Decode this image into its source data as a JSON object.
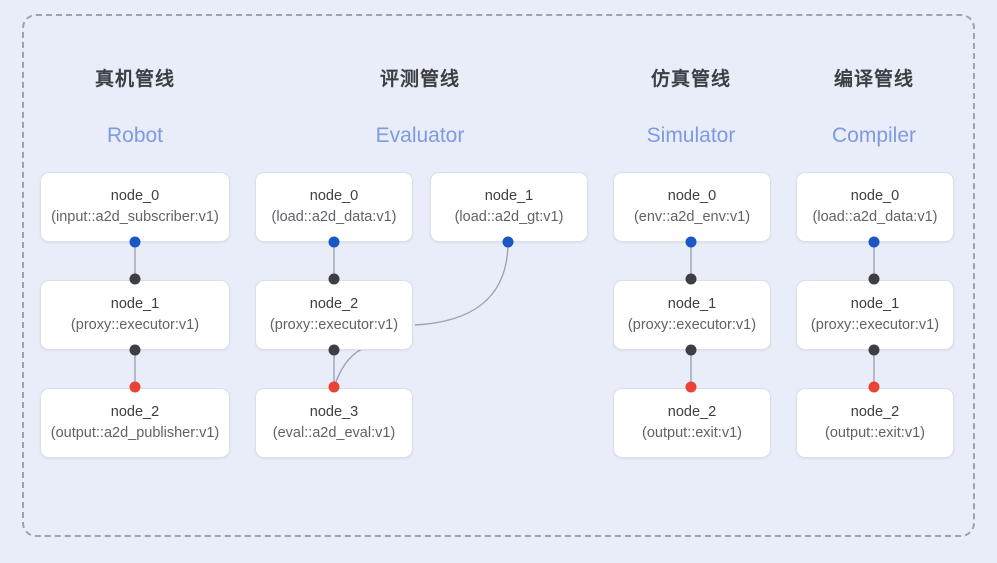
{
  "diagram": {
    "background_color": "#e8edf9",
    "frame_border_color": "#9aa3b2",
    "dot_colors": {
      "input": "#1a56c4",
      "middle": "#3c4043",
      "output": "#ea4335"
    },
    "accent_subtitle_color": "#7e9ae0"
  },
  "columns": [
    {
      "title": "真机管线",
      "subtitle": "Robot",
      "nodes": [
        {
          "name": "node_0",
          "spec": "(input::a2d_subscriber:v1)",
          "role": "input"
        },
        {
          "name": "node_1",
          "spec": "(proxy::executor:v1)",
          "role": "middle"
        },
        {
          "name": "node_2",
          "spec": "(output::a2d_publisher:v1)",
          "role": "output"
        }
      ]
    },
    {
      "title": "评测管线",
      "subtitle": "Evaluator",
      "nodes": [
        {
          "name": "node_0",
          "spec": "(load::a2d_data:v1)",
          "role": "input"
        },
        {
          "name": "node_1",
          "spec": "(load::a2d_gt:v1)",
          "role": "input"
        },
        {
          "name": "node_2",
          "spec": "(proxy::executor:v1)",
          "role": "middle"
        },
        {
          "name": "node_3",
          "spec": "(eval::a2d_eval:v1)",
          "role": "output"
        }
      ]
    },
    {
      "title": "仿真管线",
      "subtitle": "Simulator",
      "nodes": [
        {
          "name": "node_0",
          "spec": "(env::a2d_env:v1)",
          "role": "input"
        },
        {
          "name": "node_1",
          "spec": "(proxy::executor:v1)",
          "role": "middle"
        },
        {
          "name": "node_2",
          "spec": "(output::exit:v1)",
          "role": "output"
        }
      ]
    },
    {
      "title": "编译管线",
      "subtitle": "Compiler",
      "nodes": [
        {
          "name": "node_0",
          "spec": "(load::a2d_data:v1)",
          "role": "input"
        },
        {
          "name": "node_1",
          "spec": "(proxy::executor:v1)",
          "role": "middle"
        },
        {
          "name": "node_2",
          "spec": "(output::exit:v1)",
          "role": "output"
        }
      ]
    }
  ]
}
